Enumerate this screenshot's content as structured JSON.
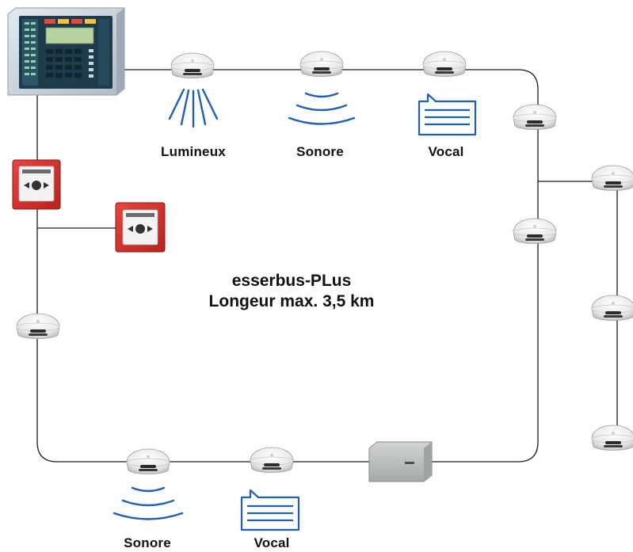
{
  "bus": {
    "name": "esserbus-PLus",
    "length": "Longeur max. 3,5 km"
  },
  "labels": {
    "top_light": "Lumineux",
    "top_sound": "Sonore",
    "top_voice": "Vocal",
    "bottom_sound": "Sonore",
    "bottom_voice": "Vocal"
  },
  "colors": {
    "line": "#1a1a1a",
    "signal": "#1f5fb4",
    "call_point": "#d6302c",
    "panel": "#c9d3dc",
    "module": "#b9bdbb"
  },
  "icons": {
    "panel": "fire-control-panel-icon",
    "detector": "smoke-detector-icon",
    "call_point": "manual-call-point-icon",
    "module": "interface-module-icon",
    "light": "light-rays-icon",
    "sound": "sound-waves-icon",
    "voice": "voice-message-icon"
  }
}
